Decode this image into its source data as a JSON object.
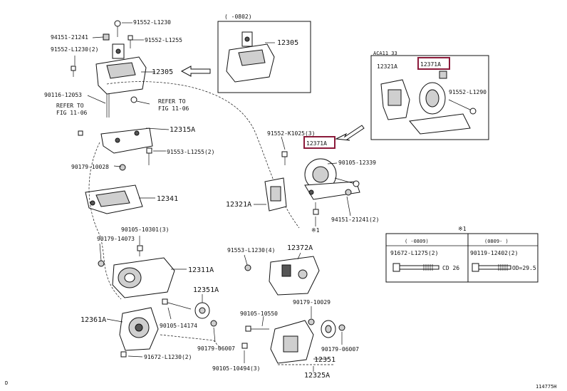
{
  "colors": {
    "highlight": "#8b1a3a",
    "line": "#111111"
  },
  "labels": {
    "p91552_l1230": "91552-L1230",
    "p94151_21241_top": "94151-21241",
    "p91552_l1255": "91552-L1255",
    "p91552_l1230_2": "91552-L1230(2)",
    "p12305_main": "12305",
    "p90116_12053": "90116-12053",
    "refer_to_1": "REFER TO",
    "fig_11_06_1": "FIG 11-06",
    "refer_to_2": "REFER TO",
    "fig_11_06_2": "FIG 11-06",
    "p12315a": "12315A",
    "p91553_l1255_2": "91553-L1255(2)",
    "p90179_10028": "90179-10028",
    "p12341": "12341",
    "p90105_10301_3": "90105-10301(3)",
    "p90179_14073": "90179-14073",
    "p12311a": "12311A",
    "p12351a": "12351A",
    "p12361a": "12361A",
    "p90105_14174": "90105-14174",
    "p90179_06007_left": "90179-06007",
    "p91672_l1230_2": "91672-L1230(2)",
    "inset_top_range": "(   -0802)",
    "p12305_inset": "12305",
    "aca_label": "ACA11 33",
    "p12321a_inset": "12321A",
    "p12371a_inset": "12371A",
    "p91552_l1290": "91552-L1290",
    "p91552_k1025_3": "91552-K1025(3)",
    "p12371a_main": "12371A",
    "p90105_12339": "90105-12339",
    "p12321a_main": "12321A",
    "p94151_21241_2": "94151-21241(2)",
    "star1_a": "※1",
    "star1_b": "※1",
    "p91553_l1230_4": "91553-L1230(4)",
    "p12372a": "12372A",
    "p90105_10550": "90105-10550",
    "p90179_10029": "90179-10029",
    "p90179_06007_right": "90179-06007",
    "p12351": "12351",
    "p90105_10494_3": "90105-10494(3)",
    "p12325a": "12325A",
    "tbl1_range": "(   -0809)",
    "tbl2_range": "(0809-  )",
    "tbl1_part": "91672-L1275(2)",
    "tbl2_part": "90119-12402(2)",
    "tbl1_dim": "CD 26",
    "tbl2_dim": "OD=29.5",
    "corner_left": "D",
    "drawing_id": "114775H"
  }
}
